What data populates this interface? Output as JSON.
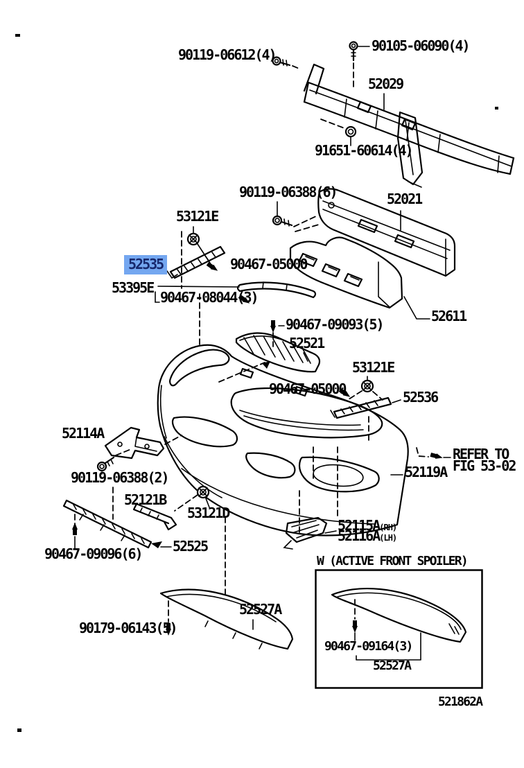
{
  "figure": {
    "code": "521862A",
    "selected_part_number": "52535",
    "colors": {
      "ink": "#000000",
      "background": "#FFFFFF",
      "highlight_bg": "#74A7F0",
      "highlight_text": "#17286C"
    }
  },
  "labels": {
    "bolt_90119_06612": "90119-06612(4)",
    "bolt_90105_06090": "90105-06090(4)",
    "part_52029": "52029",
    "nut_91651_60614": "91651-60614(4)",
    "bolt_90119_06388_6": "90119-06388(6)",
    "part_52021": "52021",
    "screw_53121E_a": "53121E",
    "part_52535": "52535",
    "clip_90467_05000_a": "90467-05000",
    "part_53395E": "53395E",
    "clip_90467_08044": "90467-08044(3)",
    "clip_90467_09093": "90467-09093(5)",
    "part_52521": "52521",
    "part_52611": "52611",
    "screw_53121E_b": "53121E",
    "clip_90467_05000_b": "90467-05000",
    "part_52536": "52536",
    "part_52114A": "52114A",
    "bolt_90119_06388_2": "90119-06388(2)",
    "part_52121B": "52121B",
    "nut_53121D": "53121D",
    "refer_line1": "REFER TO",
    "refer_line2": "FIG 53-02",
    "part_52119A": "52119A",
    "part_52115A": "52115A",
    "suffix_rh": "(RH)",
    "part_52116A": "52116A",
    "suffix_lh": "(LH)",
    "part_52525": "52525",
    "clip_90467_09096": "90467-09096(6)",
    "clip_90179_06143": "90179-06143(5)",
    "part_52527A": "52527A",
    "inset_title": "W (ACTIVE FRONT SPOILER)",
    "inset_clip": "90467-09164(3)",
    "inset_part": "52527A"
  }
}
